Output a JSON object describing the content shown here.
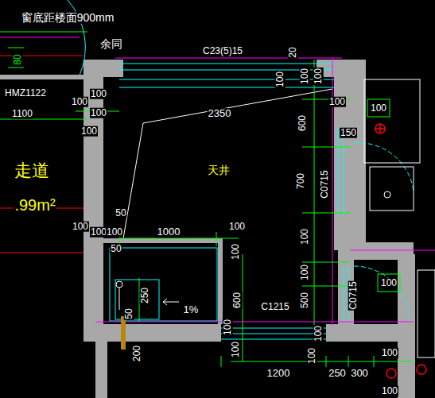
{
  "diagram": {
    "labels": [
      "窗底距楼面900mm",
      "余同",
      "C23(5)15",
      "80",
      "20",
      "100",
      "100",
      "100",
      "HMZ1122",
      "100",
      "100",
      "1100",
      "100",
      "2350",
      "100",
      "100",
      "600",
      "100",
      "150",
      "走道",
      ".99m²",
      "天井",
      "700",
      "C0715",
      "100",
      "50",
      "100",
      "100",
      "1000",
      "100",
      "50",
      "100",
      "100",
      "100",
      "250",
      "1%",
      "600",
      "C1215",
      "500",
      "C0715",
      "100",
      "50",
      "100",
      "100",
      "200",
      "100",
      "1200",
      "100",
      "250",
      "300",
      "100",
      "100"
    ]
  }
}
